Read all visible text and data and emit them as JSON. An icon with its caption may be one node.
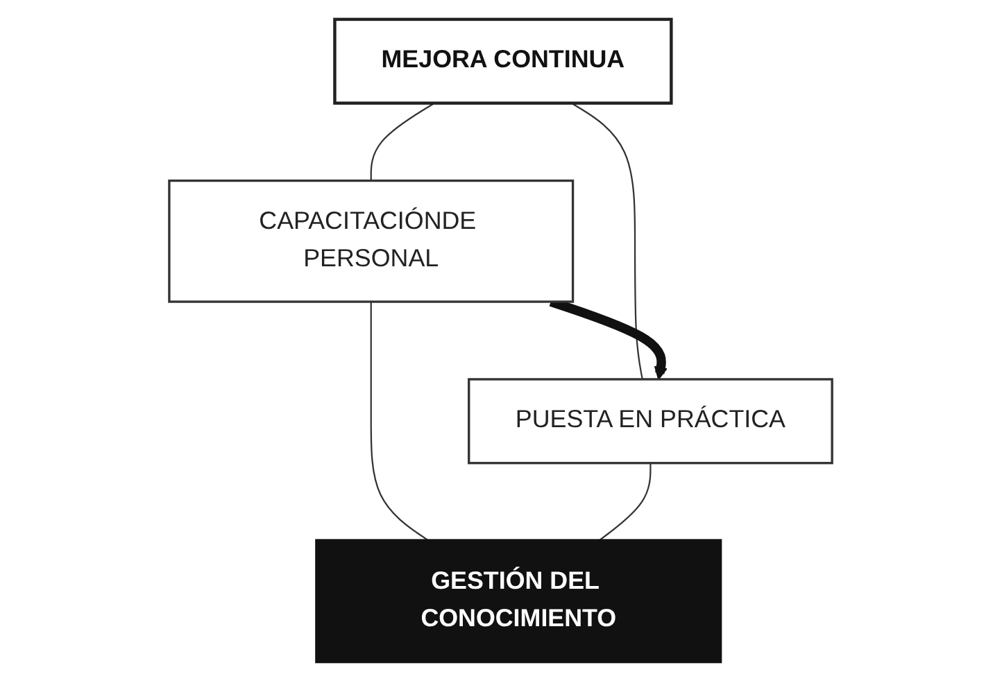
{
  "diagram": {
    "nodes": [
      {
        "text": [
          "MEJORA CONTINUA"
        ]
      },
      {
        "text": [
          "CAPACITACIÓNDE PERSONAL"
        ]
      },
      {
        "text": [
          "PUESTA EN PRÁCTICA"
        ]
      },
      {
        "text": [
          "GESTIÓN DEL CONOCIMIENTO"
        ]
      }
    ],
    "edges": [
      {
        "from": 0,
        "to": 1,
        "arrow": "none"
      },
      {
        "from": 0,
        "to": 2,
        "arrow": "none"
      },
      {
        "from": 1,
        "to": 2,
        "arrow": "to",
        "style": "thick"
      },
      {
        "from": 1,
        "to": 3,
        "arrow": "none"
      },
      {
        "from": 2,
        "to": 3,
        "arrow": "none"
      }
    ]
  }
}
